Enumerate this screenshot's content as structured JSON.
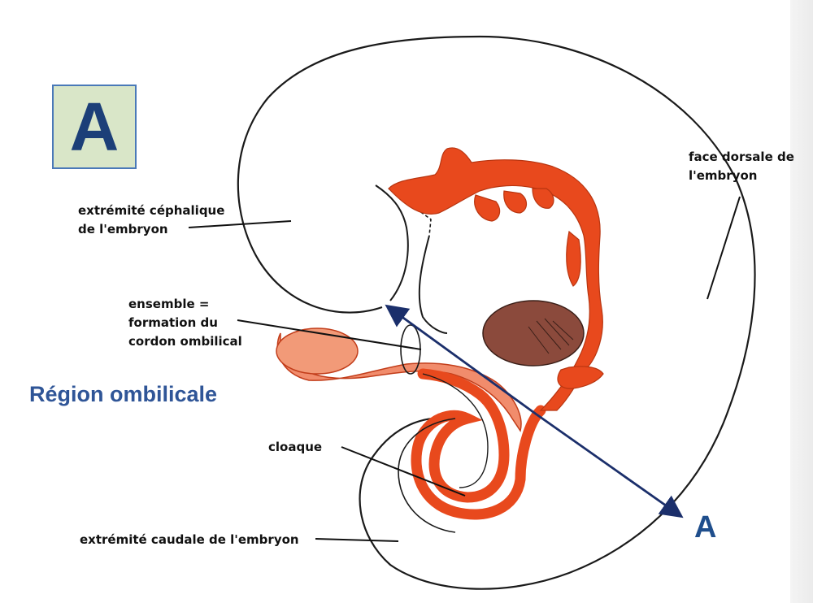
{
  "panel_letter": "A",
  "labels": {
    "cephalic_line1": "extrémité céphalique",
    "cephalic_line2": "de l'embryon",
    "dorsal_line1": "face dorsale de",
    "dorsal_line2": "l'embryon",
    "cord_line1": "ensemble =",
    "cord_line2": "formation du",
    "cord_line3": "cordon ombilical",
    "cloaca": "cloaque",
    "caudal": "extrémité caudale de l'embryon"
  },
  "region_title": "Région ombilicale",
  "section_letter": "A",
  "colors": {
    "gut": "#e8491d",
    "gut_light": "#f18c6c",
    "liver": "#8b4a3c",
    "arrow": "#1b2f6b",
    "title": "#2f5597"
  }
}
